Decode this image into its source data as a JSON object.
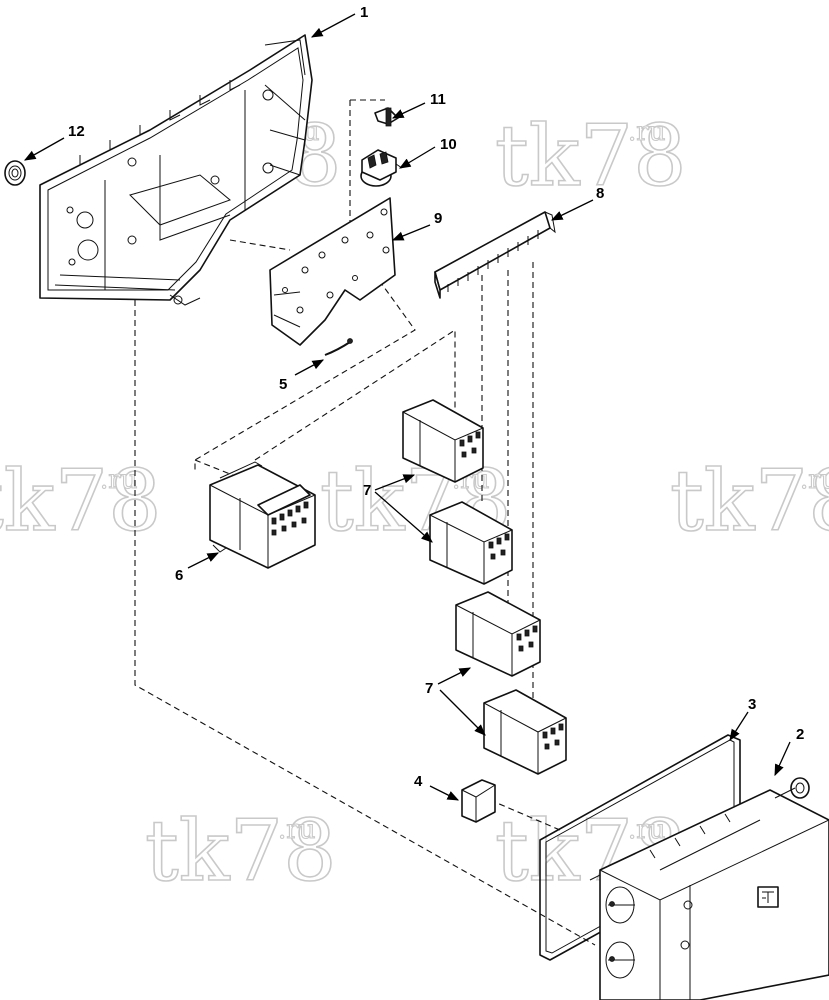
{
  "watermarks": [
    {
      "text": "tk78",
      "sup": ".ru"
    },
    {
      "text": "tk78",
      "sup": ".ru"
    },
    {
      "text": "tk78",
      "sup": ".ru"
    },
    {
      "text": "tk78",
      "sup": ".ru"
    },
    {
      "text": "tk78",
      "sup": ".ru"
    },
    {
      "text": "tk78",
      "sup": ".ru"
    },
    {
      "text": "tk78",
      "sup": ".ru"
    }
  ],
  "callouts": {
    "c1": "1",
    "c2": "2",
    "c3": "3",
    "c4": "4",
    "c5": "5",
    "c6": "6",
    "c7a": "7",
    "c7b": "7",
    "c8": "8",
    "c9": "9",
    "c10": "10",
    "c11": "11",
    "c12": "12"
  }
}
